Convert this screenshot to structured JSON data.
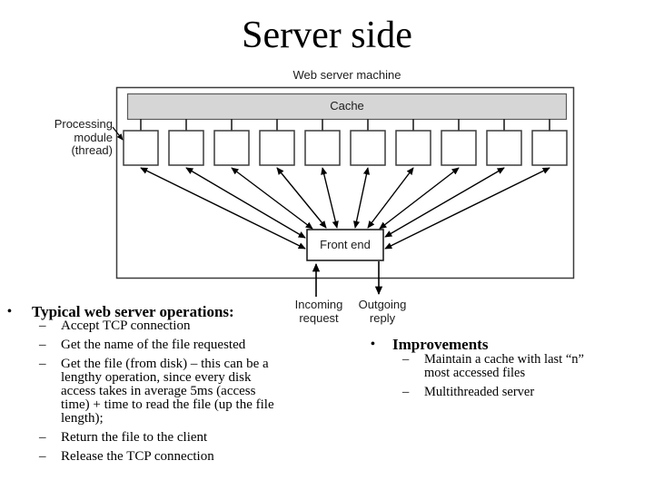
{
  "slide": {
    "title": "Server side",
    "background": "#ffffff"
  },
  "diagram": {
    "machine_label": "Web server machine",
    "cache_label": "Cache",
    "processing_module_label": "Processing\nmodule\n(thread)",
    "front_end_label": "Front end",
    "incoming_label": "Incoming\nrequest",
    "outgoing_label": "Outgoing\nreply",
    "module_count": 10,
    "colors": {
      "cache_fill": "#d6d6d6",
      "stroke": "#2e2e2e",
      "arrow": "#000000"
    }
  },
  "left_column": {
    "bullet": "•",
    "dash": "–",
    "heading": "Typical web server operations:",
    "items": [
      "Accept TCP connection",
      "Get the name of the file requested",
      "Get the file (from disk) – this can be a\nlengthy operation, since every disk\naccess takes in average 5ms (access\ntime) + time to read the file (up the file\nlength);",
      "Return the file to the client",
      "Release the TCP connection"
    ]
  },
  "right_column": {
    "bullet": "•",
    "dash": "–",
    "heading": "Improvements",
    "items": [
      "Maintain a cache with last “n”\nmost accessed files",
      "Multithreaded server"
    ]
  }
}
